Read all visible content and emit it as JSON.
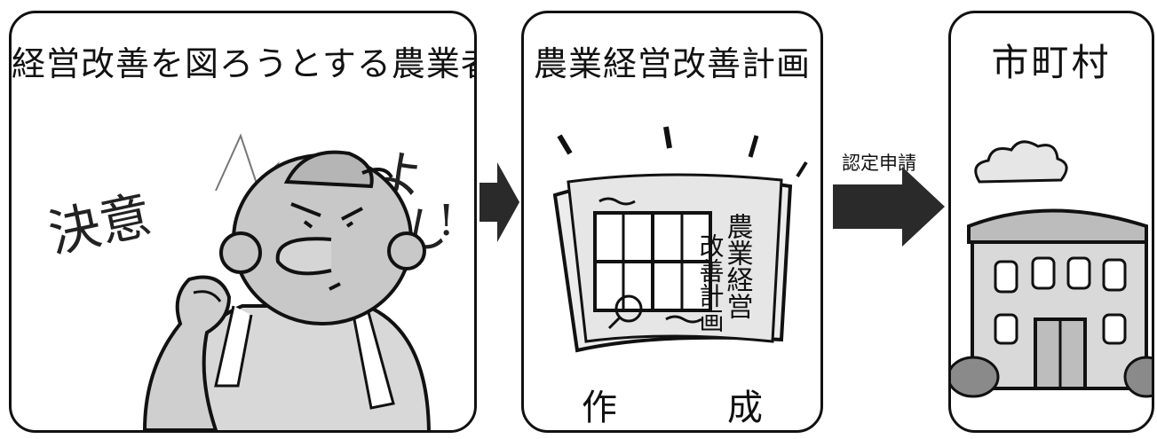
{
  "panels": [
    {
      "title": "経営改善を図ろうとする農業者"
    },
    {
      "title": "農業経営改善計画",
      "bottom_label": "作　成"
    },
    {
      "title": "市町村"
    }
  ],
  "illustration_text": {
    "decision": "決意",
    "exclaim": "よし!",
    "document_title": "農業経営改善計画"
  },
  "arrows": [
    {
      "label": ""
    },
    {
      "label": "認定申請"
    }
  ],
  "colors": {
    "stroke": "#111111",
    "shade": "#9a9a9a",
    "arrow": "#2a2a2a"
  }
}
